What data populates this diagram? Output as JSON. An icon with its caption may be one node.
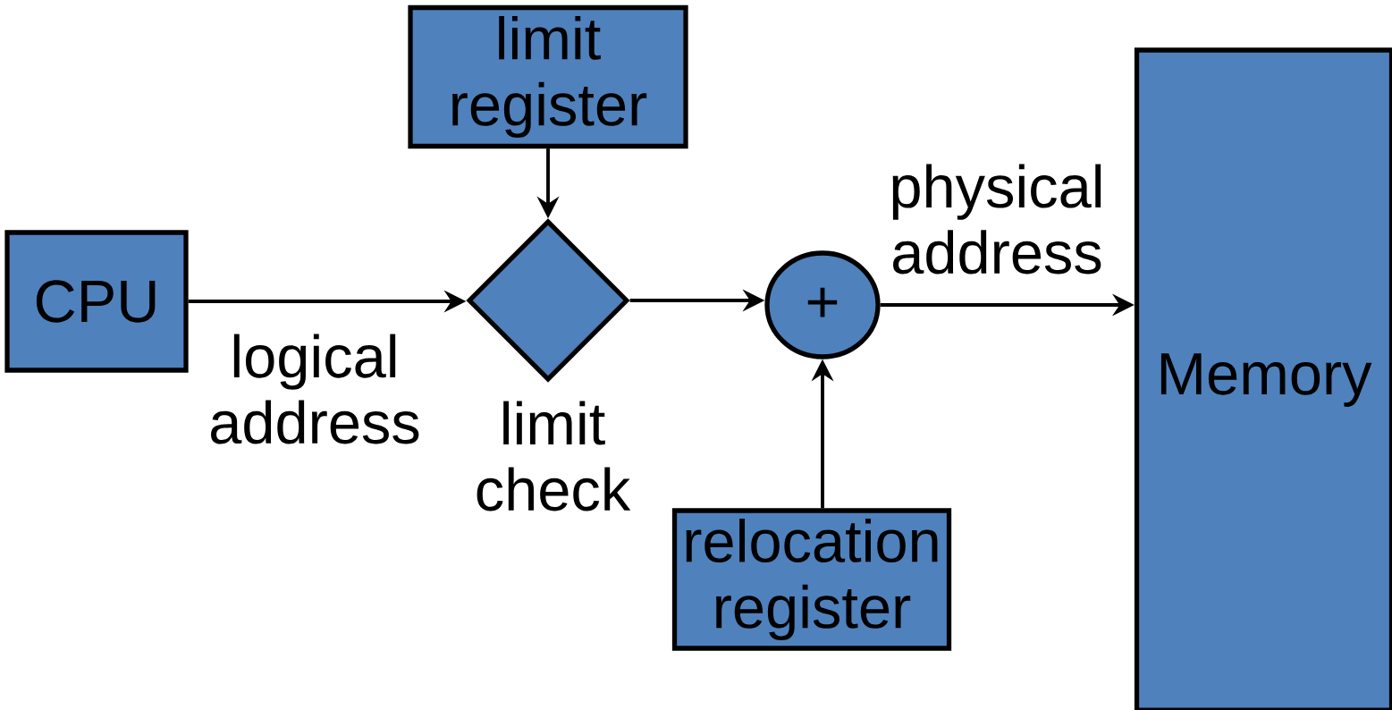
{
  "diagram": {
    "nodes": [
      {
        "text": [
          "limit register"
        ]
      },
      {
        "text": [
          "CPU"
        ]
      },
      {
        "text": [],
        "shape": "diamond",
        "beside": [
          "limit check"
        ]
      },
      {
        "text": [
          "+"
        ]
      },
      {
        "text": [
          "relocation register"
        ]
      },
      {
        "text": [
          "Memory"
        ]
      }
    ],
    "edges": [
      {
        "from": 1,
        "to": 2,
        "arrow": "to",
        "label": "logical address"
      },
      {
        "from": 0,
        "to": 2,
        "arrow": "to"
      },
      {
        "from": 2,
        "to": 3,
        "arrow": "to"
      },
      {
        "from": 4,
        "to": 3,
        "arrow": "to"
      },
      {
        "from": 3,
        "to": 5,
        "arrow": "to",
        "label": "physical address"
      }
    ]
  }
}
